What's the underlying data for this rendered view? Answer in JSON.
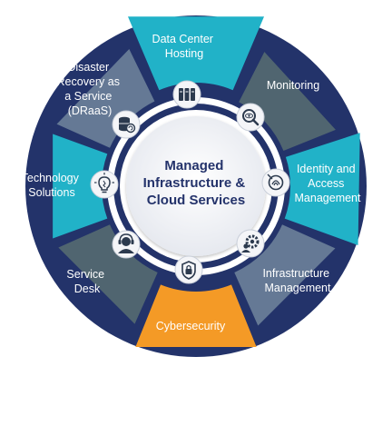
{
  "diagram": {
    "center": {
      "lines": [
        "Managed",
        "Infrastructure &",
        "Cloud Services"
      ]
    },
    "segments": [
      {
        "id": "data-center-hosting",
        "lines": [
          "Data Center",
          "Hosting"
        ],
        "color": "#21b2c8",
        "icon": "server-rack-icon"
      },
      {
        "id": "monitoring",
        "lines": [
          "Monitoring"
        ],
        "color": "#506570",
        "icon": "magnifier-eye-icon"
      },
      {
        "id": "identity-access-management",
        "lines": [
          "Identity and",
          "Access",
          "Management"
        ],
        "color": "#21b2c8",
        "icon": "identity-fingerprint-icon"
      },
      {
        "id": "infrastructure-management",
        "lines": [
          "Infrastructure",
          "Management"
        ],
        "color": "#657995",
        "icon": "gear-user-icon"
      },
      {
        "id": "cybersecurity",
        "lines": [
          "Cybersecurity"
        ],
        "color": "#f49a26",
        "icon": "shield-lock-icon"
      },
      {
        "id": "service-desk",
        "lines": [
          "Service",
          "Desk"
        ],
        "color": "#506570",
        "icon": "headset-agent-icon"
      },
      {
        "id": "technology-solutions",
        "lines": [
          "Technology",
          "Solutions"
        ],
        "color": "#21b2c8",
        "icon": "lightbulb-icon"
      },
      {
        "id": "disaster-recovery",
        "lines": [
          "Disaster",
          "Recovery as",
          "a Service",
          "(DRaaS)"
        ],
        "color": "#657995",
        "icon": "database-refresh-icon"
      }
    ],
    "colors": {
      "navy_ring": "#23336a",
      "center_text": "#24336b",
      "inner_circle": "#f4f5f8",
      "icon_badge": "#f4f5f8",
      "icon_ink": "#2c3a4e"
    }
  }
}
